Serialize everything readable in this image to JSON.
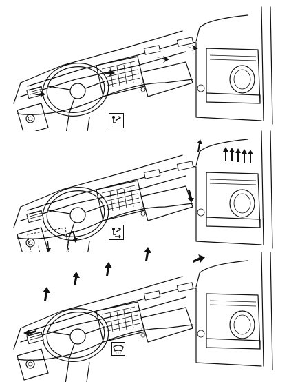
{
  "panels": [
    {
      "mode": "face-vent",
      "mode_icon": "face-vent-icon"
    },
    {
      "mode": "face-and-floor",
      "mode_icon": "face-floor-vent-icon"
    },
    {
      "mode": "defrost",
      "mode_icon": "defrost-icon"
    }
  ]
}
